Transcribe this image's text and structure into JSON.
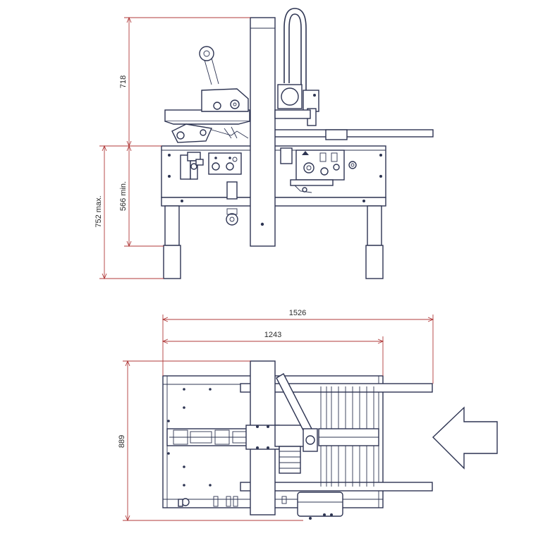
{
  "dimensions": {
    "total_height": "718",
    "table_height_max": "752 max.",
    "table_height_min": "566 min.",
    "total_length": "1526",
    "body_length": "1243",
    "total_width": "889"
  },
  "colors": {
    "line": "#2d3452",
    "dimension": "#b03a3a",
    "text": "#2a2a2a"
  },
  "icons": {
    "feed_direction": "arrow-left-icon"
  }
}
